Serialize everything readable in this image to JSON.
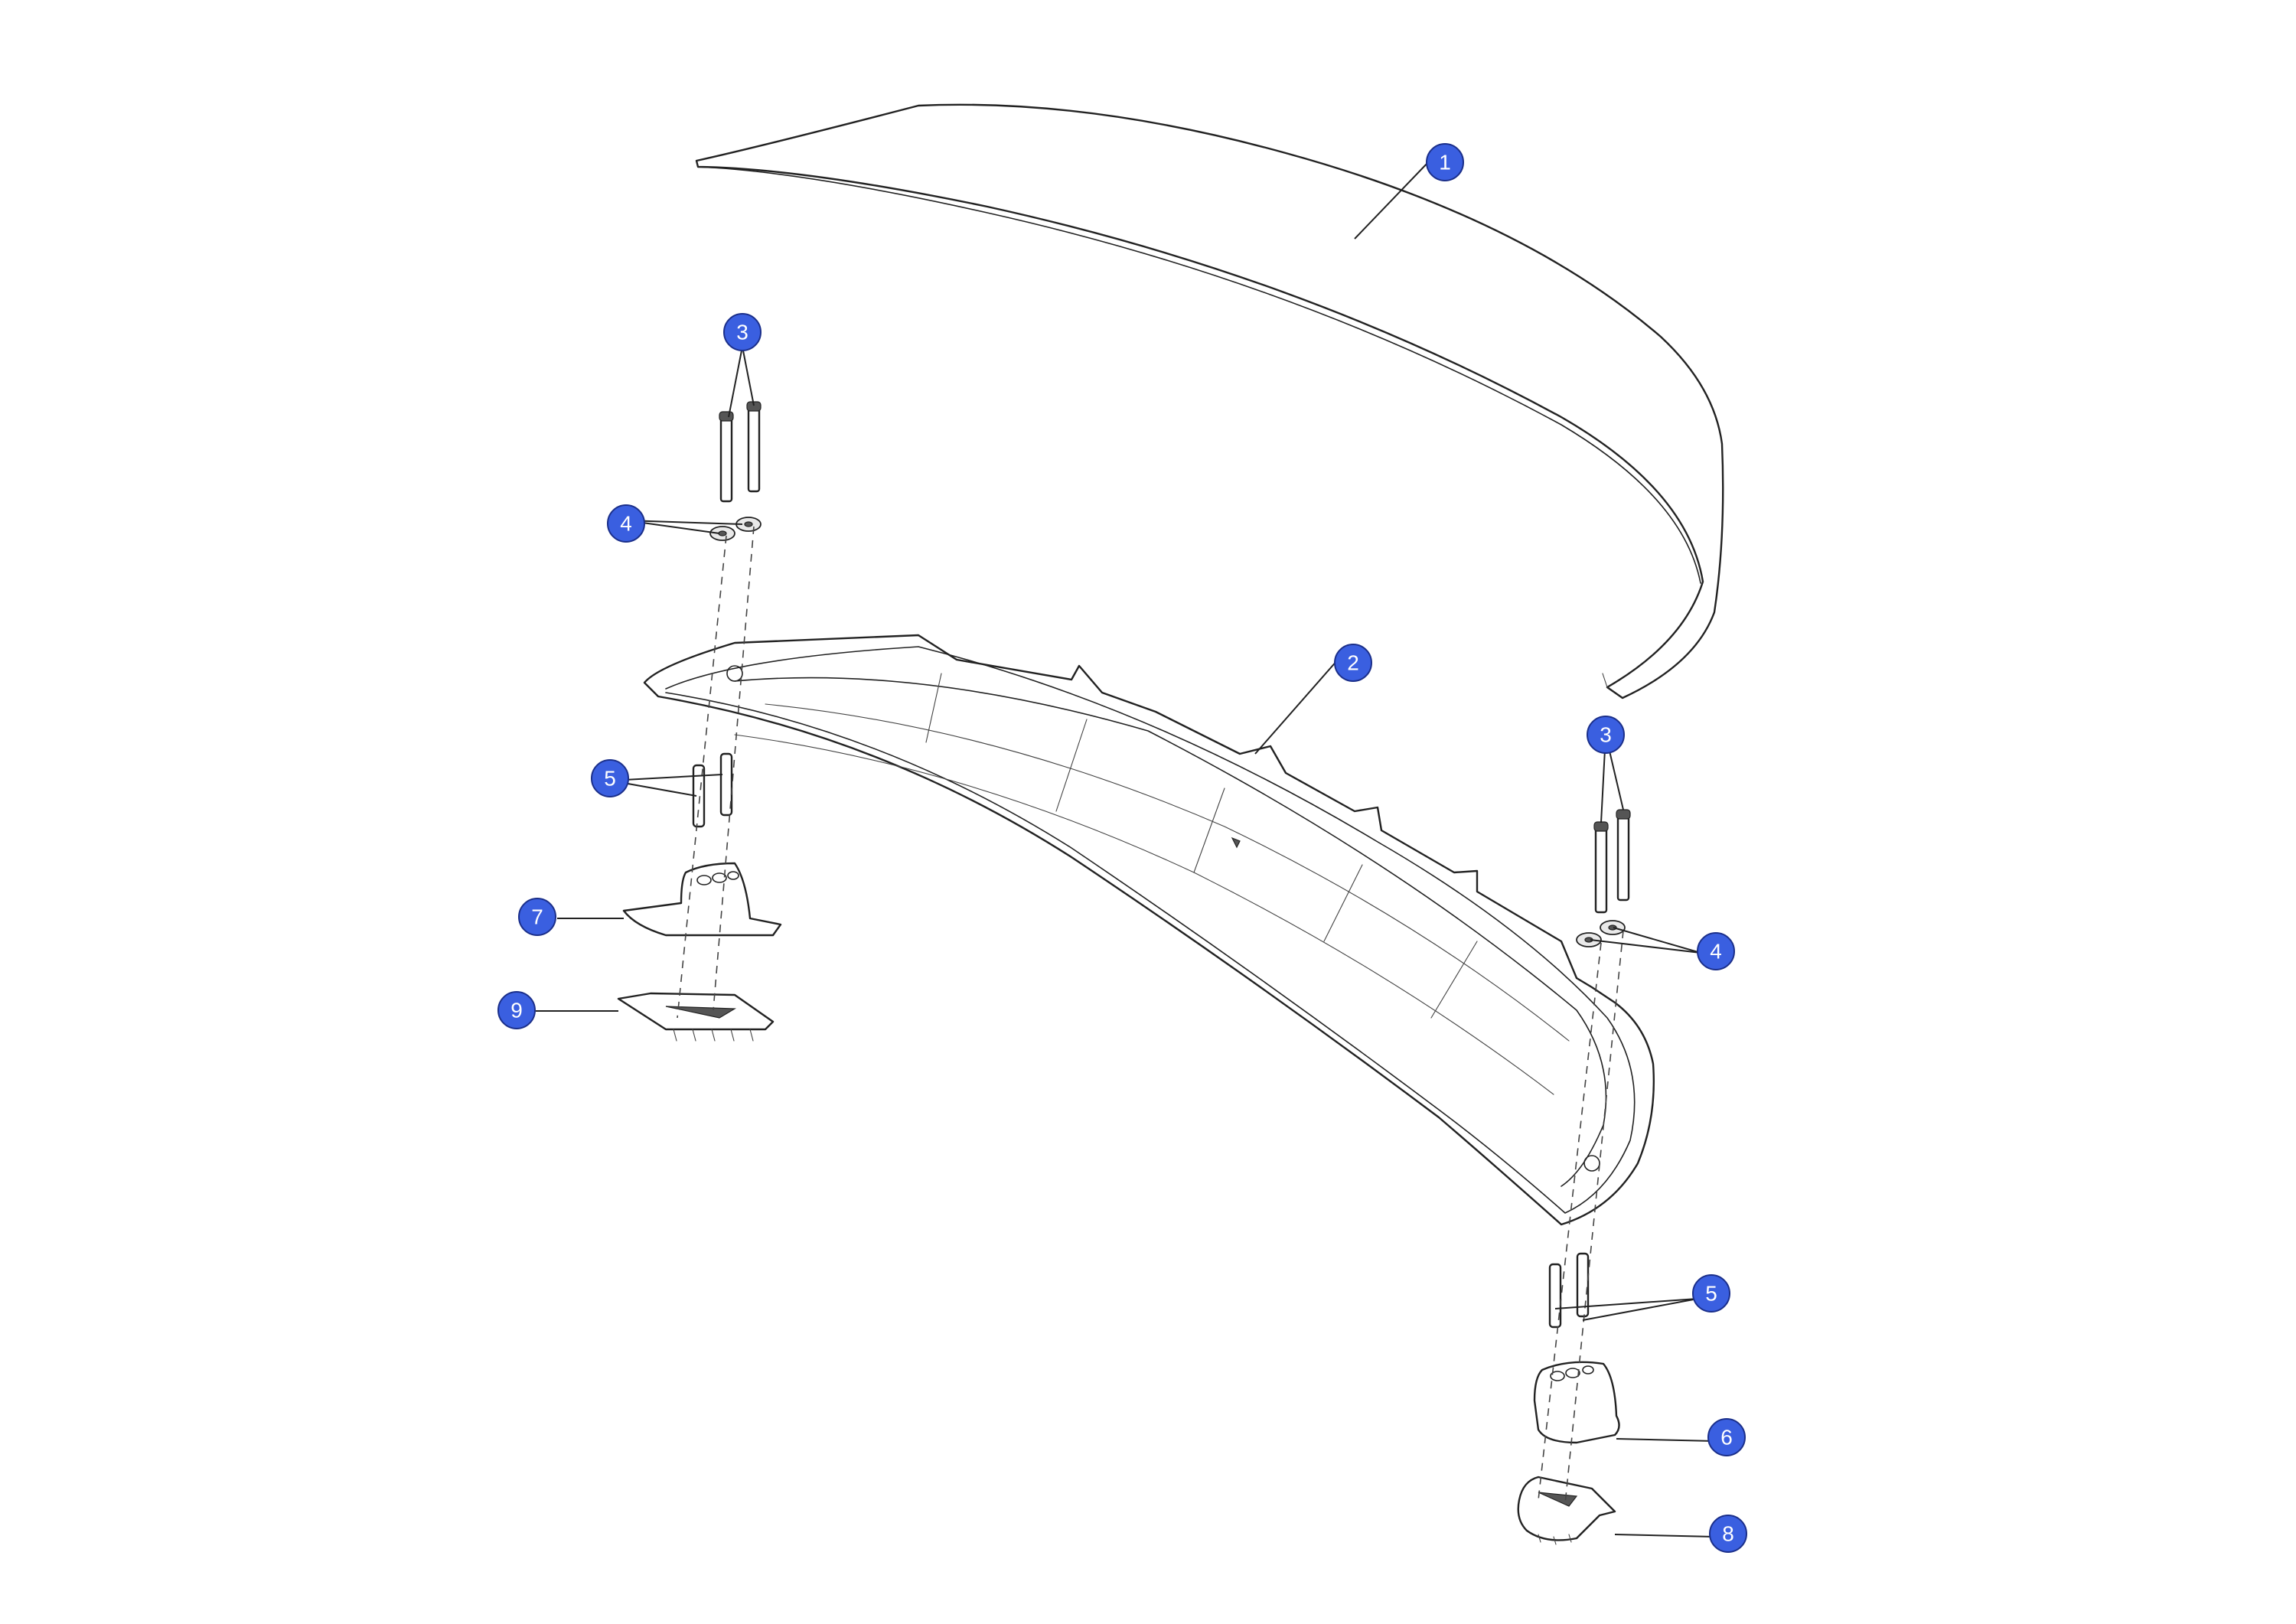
{
  "callouts": [
    {
      "id": "c1",
      "label": "1",
      "part": "rear spoiler blade"
    },
    {
      "id": "c2",
      "label": "2",
      "part": "spoiler base frame"
    },
    {
      "id": "c3a",
      "label": "3",
      "part": "bolt"
    },
    {
      "id": "c3b",
      "label": "3",
      "part": "bolt"
    },
    {
      "id": "c4a",
      "label": "4",
      "part": "washer"
    },
    {
      "id": "c4b",
      "label": "4",
      "part": "washer"
    },
    {
      "id": "c5a",
      "label": "5",
      "part": "spacer"
    },
    {
      "id": "c5b",
      "label": "5",
      "part": "spacer"
    },
    {
      "id": "c6",
      "label": "6",
      "part": "right mounting pedestal"
    },
    {
      "id": "c7",
      "label": "7",
      "part": "left mounting pedestal"
    },
    {
      "id": "c8",
      "label": "8",
      "part": "right mounting bracket"
    },
    {
      "id": "c9",
      "label": "9",
      "part": "left mounting bracket"
    }
  ],
  "colors": {
    "callout_fill": "#3a5fe0",
    "callout_text": "#ffffff",
    "line": "#222222"
  }
}
